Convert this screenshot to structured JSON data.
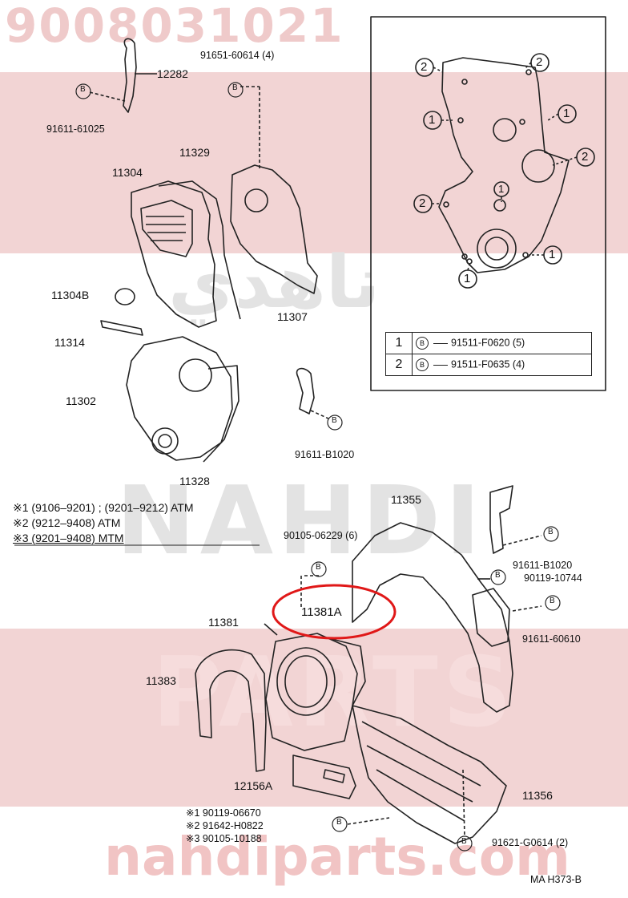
{
  "watermarks": {
    "part_number": "9008031021",
    "brand_ar": "ناهدي",
    "brand_latin": "NAHDI",
    "parts": "PARTS",
    "site": "nahdiparts.com"
  },
  "labels": {
    "p12282": "12282",
    "p91611_61025": "91611-61025",
    "p91651_60614": "91651-60614 (4)",
    "p11329": "11329",
    "p11304": "11304",
    "p11304b": "11304B",
    "p11314": "11314",
    "p11302": "11302",
    "p11328": "11328",
    "p11307": "11307",
    "p91611_b1020_top": "91611-B1020",
    "p11355": "11355",
    "p90105_06229": "90105-06229 (6)",
    "p91611_b1020_right": "91611-B1020",
    "p90119_10744": "90119-10744",
    "p11381a": "11381A",
    "p11381": "11381",
    "p91611_60610": "91611-60610",
    "p11383": "11383",
    "p12156a": "12156A",
    "p11356": "11356",
    "p90119_06670": "90119-06670",
    "p91642_h0822": "91642-H0822",
    "p90105_10188": "90105-10188",
    "p91621_g0614": "91621-G0614 (2)",
    "figure_code": "MA H373-B"
  },
  "callouts": {
    "b": "B",
    "one": "1",
    "two": "2",
    "mark1": "※1",
    "mark2": "※2",
    "mark3": "※3"
  },
  "legend": [
    {
      "mark": "※1",
      "text": "(9106–9201) ; (9201–9212) ATM"
    },
    {
      "mark": "※2",
      "text": "(9212–9408) ATM"
    },
    {
      "mark": "※3",
      "text": "(9201–9408) MTM"
    }
  ],
  "bolt_table": [
    {
      "num": "1",
      "part": "91511-F0620 (5)"
    },
    {
      "num": "2",
      "part": "91511-F0635 (4)"
    }
  ],
  "colors": {
    "watermark_band": "#f2d4d4",
    "highlight_ring": "#e01818",
    "line": "#222222"
  }
}
